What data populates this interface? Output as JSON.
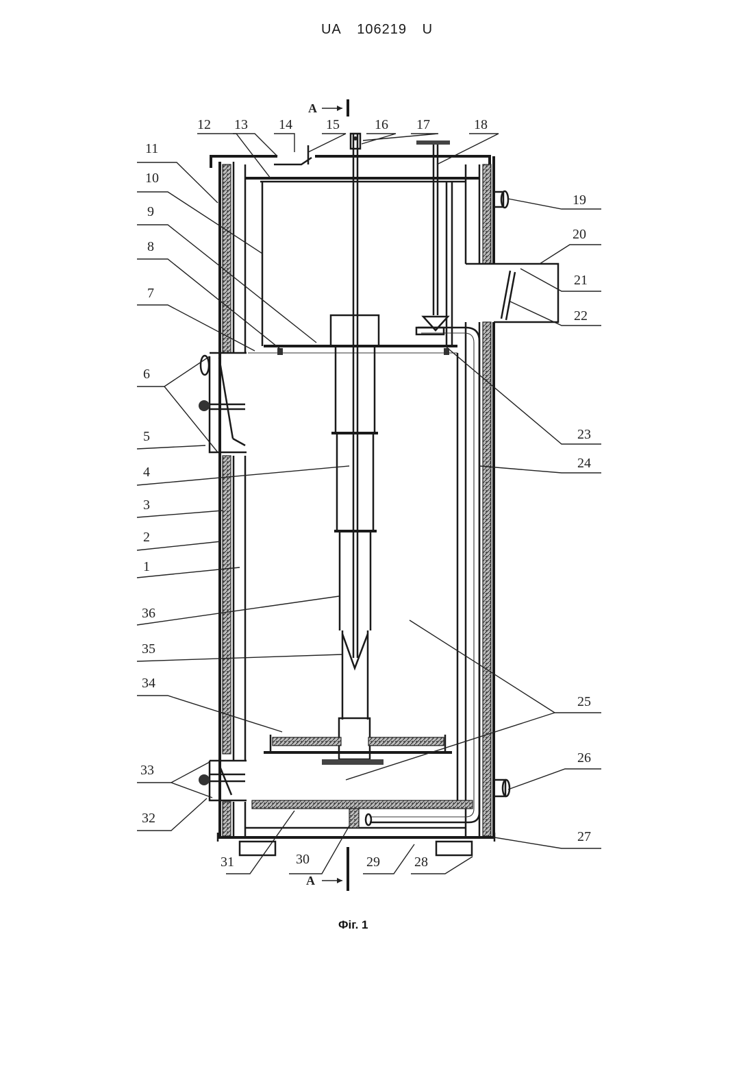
{
  "header": {
    "country": "UA",
    "number": "106219",
    "kind": "U"
  },
  "figure": {
    "caption": "Фіг. 1",
    "section_marker": "А",
    "labels": [
      "1",
      "2",
      "3",
      "4",
      "5",
      "6",
      "7",
      "8",
      "9",
      "10",
      "11",
      "12",
      "13",
      "14",
      "15",
      "16",
      "17",
      "18",
      "19",
      "20",
      "21",
      "22",
      "23",
      "24",
      "25",
      "26",
      "27",
      "28",
      "29",
      "30",
      "31",
      "32",
      "33",
      "34",
      "35",
      "36"
    ]
  }
}
